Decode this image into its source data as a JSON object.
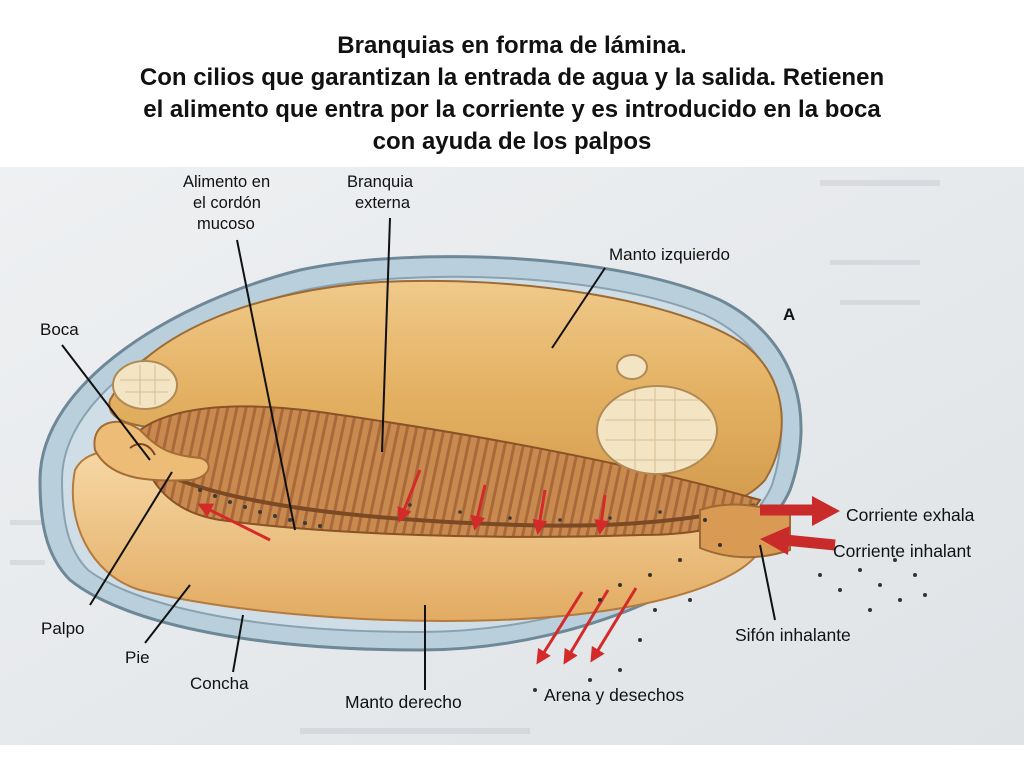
{
  "title": {
    "line1": "Branquias en forma de lámina.",
    "line2": "Con cilios que garantizan la entrada de agua y la salida. Retienen",
    "line3": "el alimento que entra por la corriente y es introducido en la boca",
    "line4": "con ayuda de los palpos"
  },
  "diagram": {
    "panel_letter": "A",
    "labels": {
      "alimento_1": "Alimento en",
      "alimento_2": "el cordón",
      "alimento_3": "mucoso",
      "branquia_1": "Branquia",
      "branquia_2": "externa",
      "manto_izquierdo": "Manto izquierdo",
      "boca": "Boca",
      "corriente_exhalante": "Corriente exhala",
      "corriente_inhalante": "Corriente inhalant",
      "sifon_inhalante": "Sifón inhalante",
      "palpo": "Palpo",
      "pie": "Pie",
      "concha": "Concha",
      "manto_derecho": "Manto derecho",
      "arena_desechos": "Arena y desechos"
    },
    "colors": {
      "mantle": "#e3b061",
      "gill": "#c98a4f",
      "shell": "#b9cfdc",
      "arrow": "#d42a2a",
      "background": "#e9ecef"
    }
  }
}
